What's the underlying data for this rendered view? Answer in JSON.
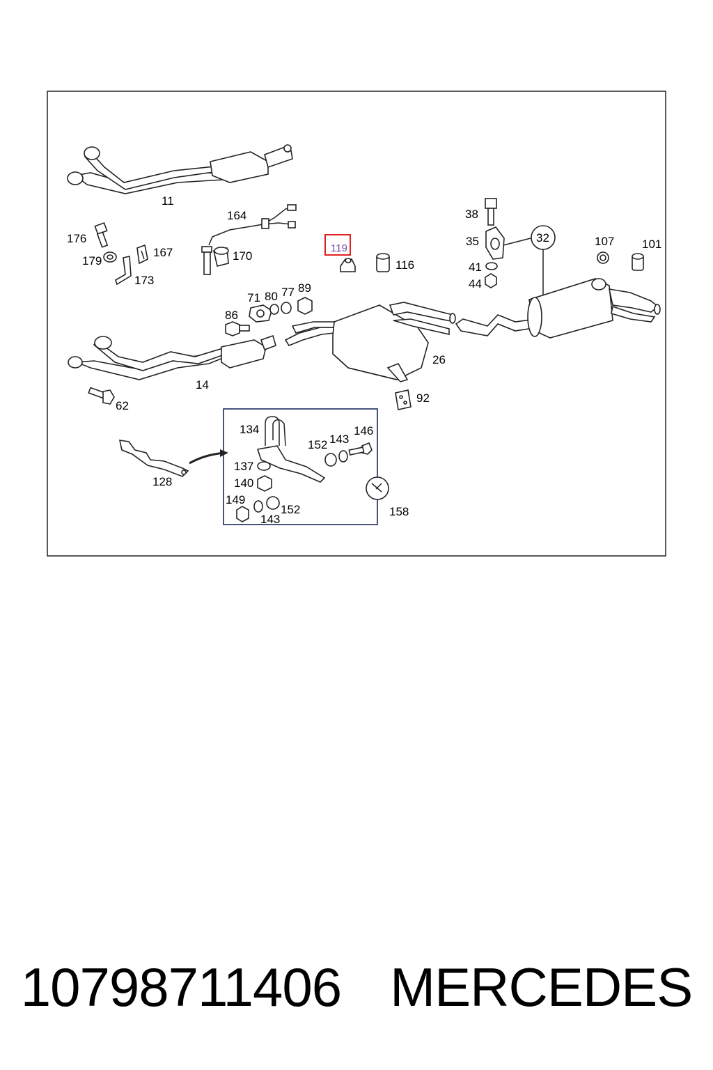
{
  "labels": {
    "p11": "11",
    "p164": "164",
    "p176": "176",
    "p167": "167",
    "p170": "170",
    "p179": "179",
    "p173": "173",
    "p119": "119",
    "p116": "116",
    "p38": "38",
    "p35": "35",
    "p32": "32",
    "p107": "107",
    "p101": "101",
    "p41": "41",
    "p44": "44",
    "p71": "71",
    "p80": "80",
    "p77": "77",
    "p89": "89",
    "p86": "86",
    "p26": "26",
    "p14": "14",
    "p62": "62",
    "p92": "92",
    "p134": "134",
    "p152a": "152",
    "p143a": "143",
    "p146": "146",
    "p137": "137",
    "p140": "140",
    "p149": "149",
    "p143b": "143",
    "p152b": "152",
    "p128": "128",
    "p158": "158"
  },
  "highlighted_part": "119",
  "highlight_color": "#e02020",
  "caption": {
    "part_number": "10798711406",
    "brand": "MERCEDES"
  }
}
